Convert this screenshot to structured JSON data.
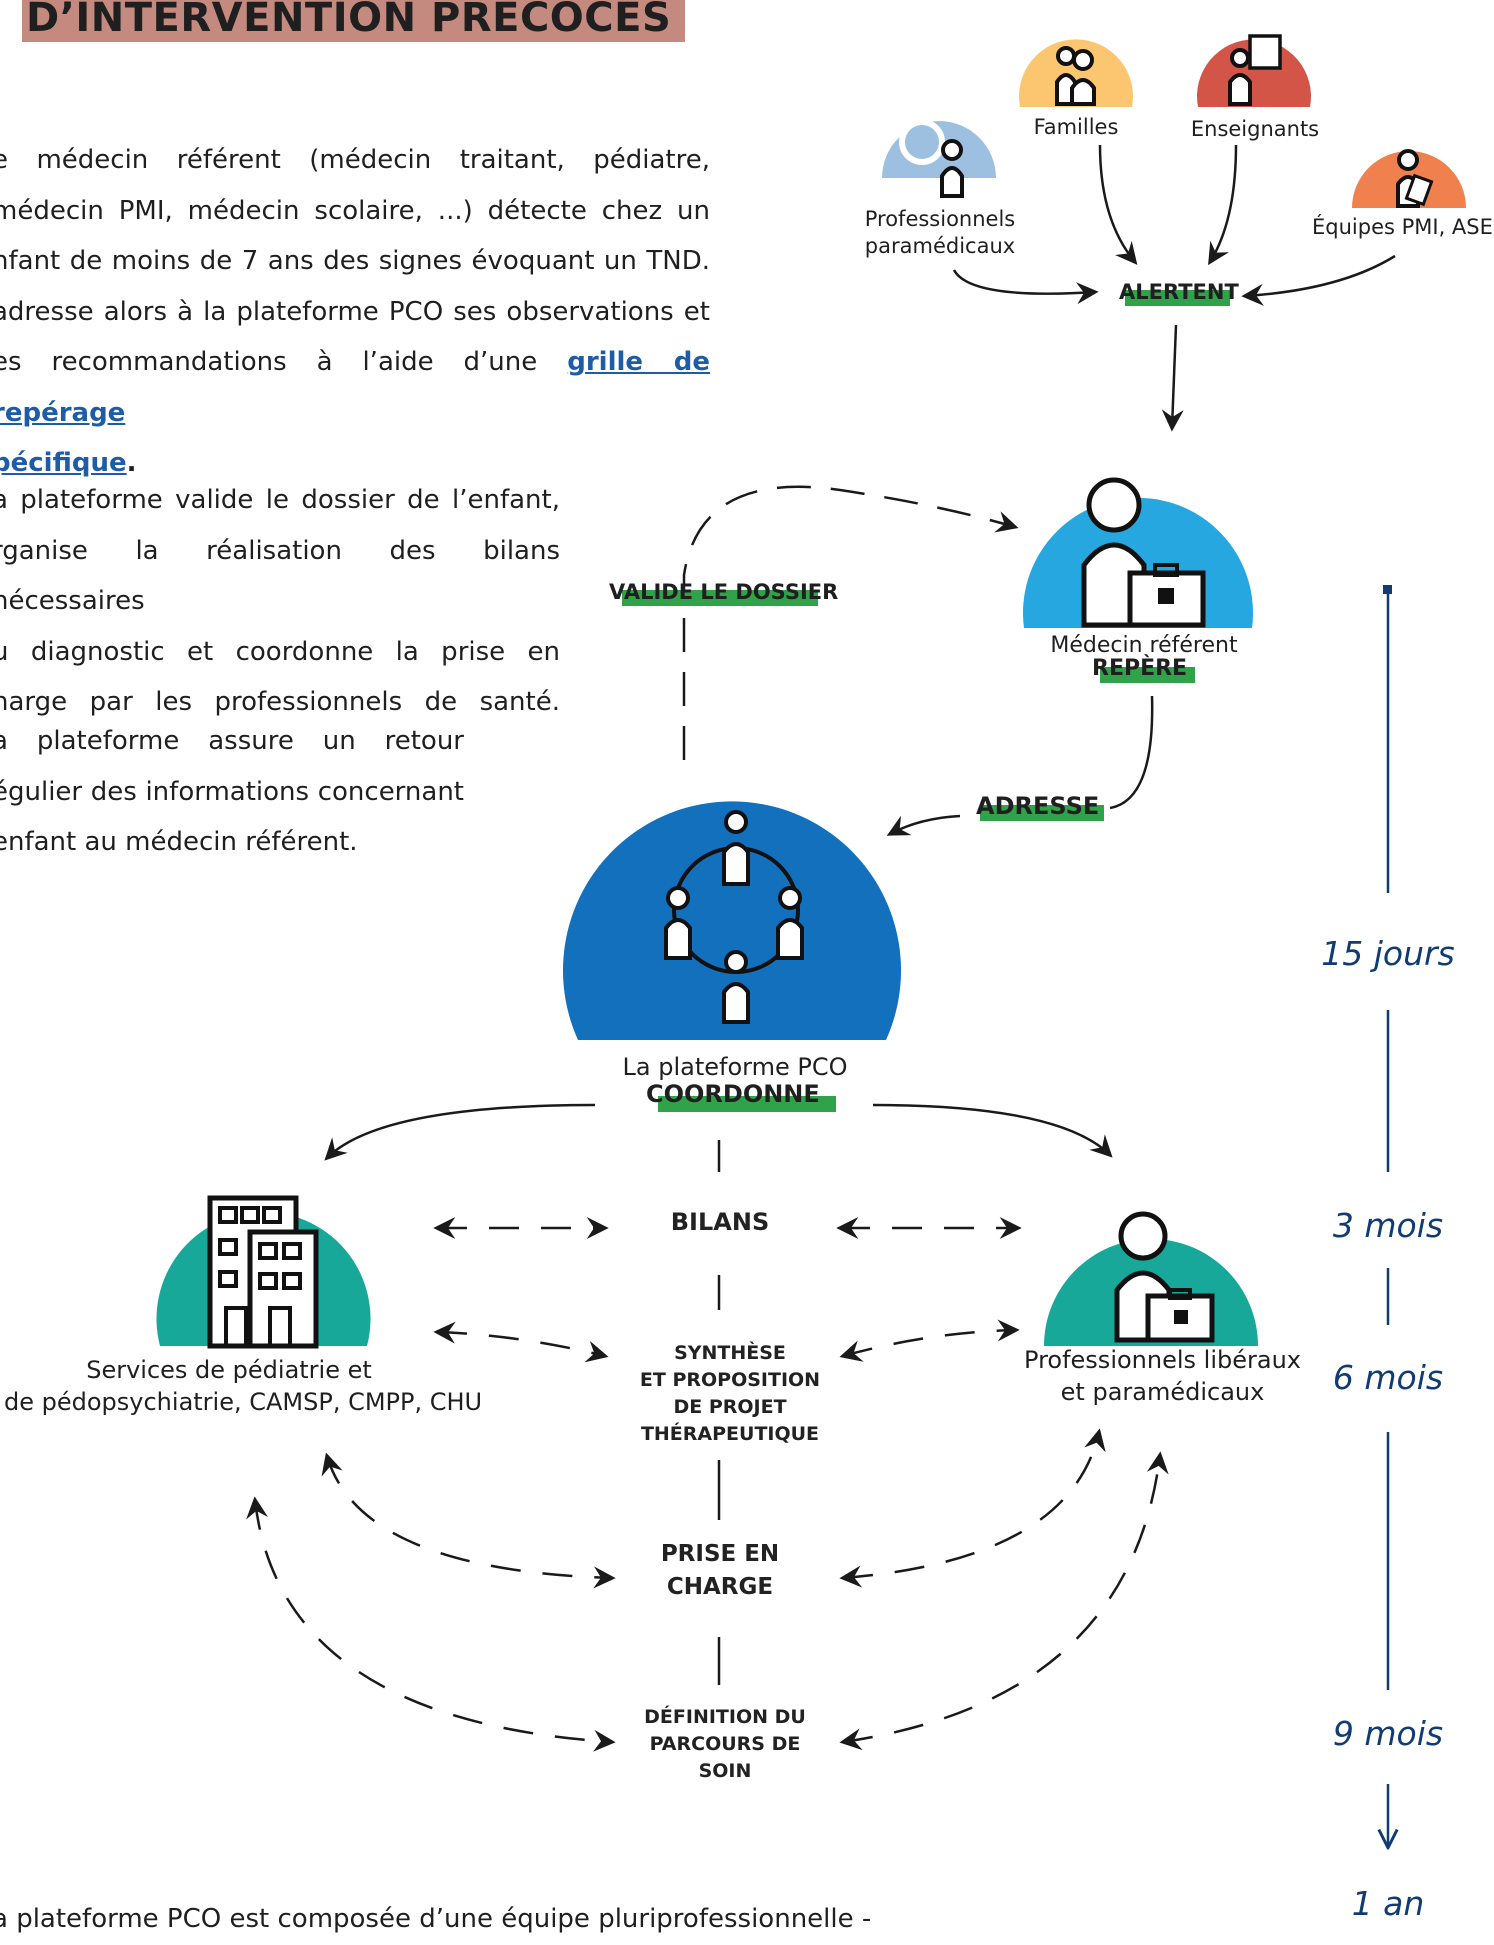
{
  "header": {
    "title": "D’INTERVENTION PRÉCOCES"
  },
  "intro": {
    "line1": "e médecin référent (médecin traitant, pédiatre,",
    "line2": "médecin PMI, médecin scolaire, ...) détecte chez un",
    "line3": "nfant de moins de 7 ans des signes évoquant un TND.",
    "line4": "adresse alors à la plateforme PCO ses observations et",
    "line5_text": "es recommandations à l’aide d’une ",
    "link_part1": "grille de repérage",
    "link_part2": "pécifique",
    "link_end": "."
  },
  "platform_paragraph": {
    "line1": "a plateforme valide le dossier de l’enfant,",
    "line2": "rganise la réalisation des bilans nécessaires",
    "line3": "u diagnostic et coordonne la prise en",
    "line4": "harge par les professionnels de santé."
  },
  "feedback_paragraph": {
    "line1": "a plateforme assure un retour",
    "line2": "égulier des informations concernant",
    "line3": "enfant au médecin référent."
  },
  "footer_text": "a plateforme PCO est composée d’une équipe pluriprofessionnelle -",
  "actors": {
    "paramedical": [
      "Professionnels",
      "paramédicaux"
    ],
    "familles": "Familles",
    "enseignants": "Enseignants",
    "equipes": "Équipes PMI, ASE, ..."
  },
  "action_labels": {
    "alertent": "ALERTENT",
    "valide": "VALIDE LE DOSSIER",
    "adresse": "ADRESSE",
    "repere": "REPÈRE",
    "coordonne": "COORDONNE"
  },
  "nodes": {
    "medecin": "Médecin référent",
    "plateforme": "La plateforme PCO",
    "services": [
      "Services de pédiatrie  et",
      "de pédopsychiatrie, CAMSP, CMPP, CHU"
    ],
    "liberaux": [
      "Professionnels libéraux",
      "et paramédicaux"
    ]
  },
  "steps": {
    "bilans": "BILANS",
    "synthese": [
      "SYNTHÈSE",
      "ET PROPOSITION",
      "DE PROJET",
      "THÉRAPEUTIQUE"
    ],
    "prise": [
      "PRISE EN",
      "CHARGE"
    ],
    "definition": [
      "DÉFINITION DU",
      "PARCOURS DE",
      "SOIN"
    ]
  },
  "timeline": [
    "15 jours",
    "3 mois",
    "6 mois",
    "9 mois",
    "1 an"
  ],
  "colors": {
    "highlight_green": "#2fa24a",
    "title_bg": "#c48a80",
    "medecin_blue": "#27a7e0",
    "plateforme_blue": "#1270bd",
    "teal": "#17a89a",
    "families_yellow": "#fcc56f",
    "teachers_red": "#d35548",
    "teams_orange": "#f1804f",
    "paramedical_lightblue": "#9dc0e1",
    "timeline_navy": "#113b73",
    "link_blue": "#1e5ca8"
  }
}
